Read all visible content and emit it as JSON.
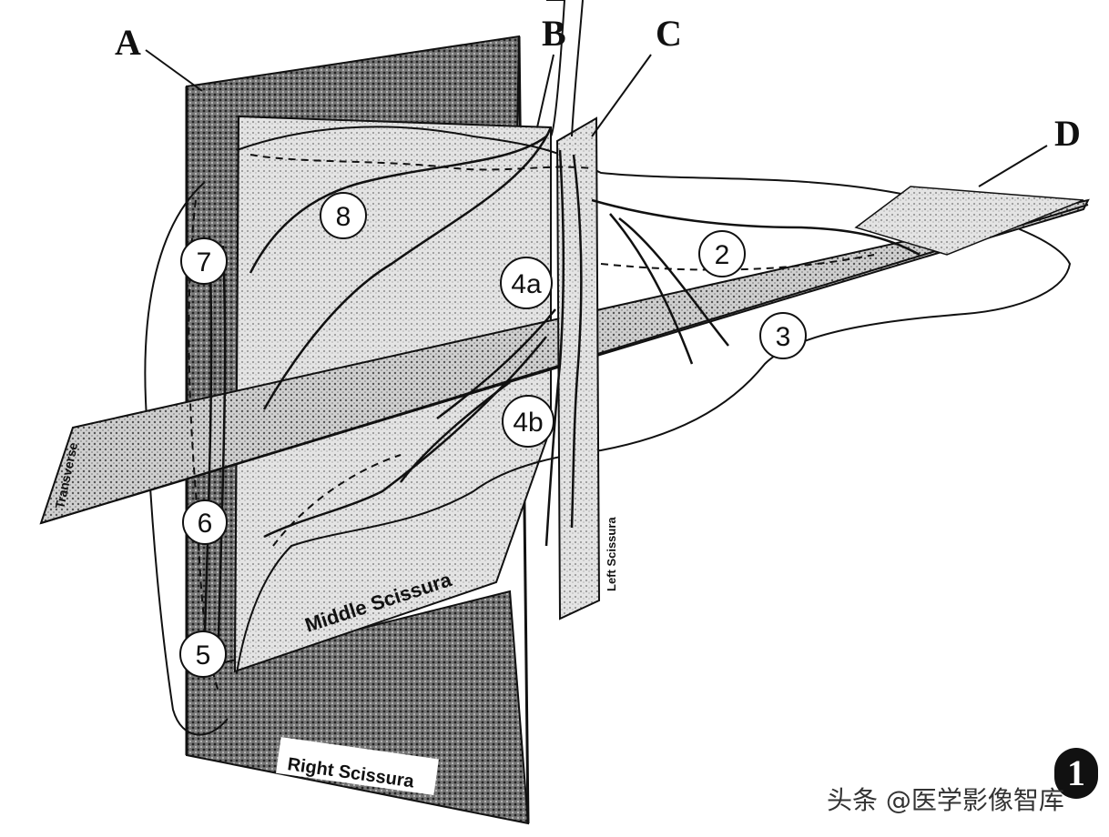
{
  "labels": {
    "A": "A",
    "B": "B",
    "C": "C",
    "D": "D"
  },
  "segments": {
    "s2": "2",
    "s3": "3",
    "s4a": "4a",
    "s4b": "4b",
    "s5": "5",
    "s6": "6",
    "s7": "7",
    "s8": "8"
  },
  "planes": {
    "middle": "Middle Scissura",
    "right": "Right Scissura",
    "left": "Left Scissura",
    "transverse": "Transverse"
  },
  "figure_number": "1",
  "watermark": "头条 @医学影像智库"
}
